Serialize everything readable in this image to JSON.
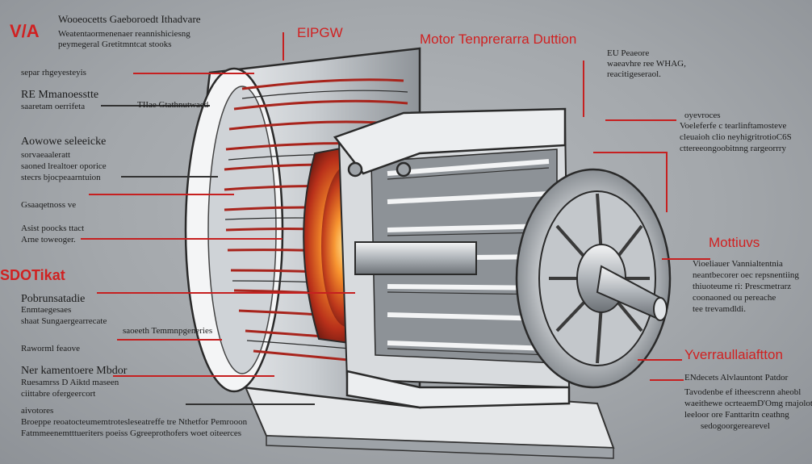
{
  "labels": {
    "corner_mark": "V/A",
    "top_left_title": "Wooeocetts Gaeboroedt Ithadvare",
    "top_left_line1": "Weatentaormenenaer reannishiciesng",
    "top_left_line2": "peymegeral Gretitmntcat stooks",
    "left_a": "separ rhgeyesteyis",
    "left_b_title": "RE Mmanoesstte",
    "left_b_sub": "saaretam oerrifeta",
    "left_c_title": "Aowowe seleeicke",
    "left_c_line1": "sorvaeaaleratt",
    "left_c_line2": "saoned lrealtoer oporice",
    "left_c_line3": "stecrs bjocpeaarntuion",
    "left_d": "Gsaaqetnoss ve",
    "left_e1": "Asist poocks ttact",
    "left_e2": "Arne toweoger.",
    "left_f_title": "SDOTikat",
    "left_g_title": "Pobrunsatadie",
    "left_g_line1": "Enmtaegesaes",
    "left_g_line2": "shaat Sungaergearrecate",
    "left_h": "Raworml feaove",
    "left_i_title": "Ner kamentoere Mbdor",
    "left_i_line1": "Ruesamrss D Aiktd maseen",
    "left_i_line2": "ciittabre ofergeercort",
    "bottom_1": "aivotores",
    "bottom_2": "Broeppe reoatocteumemtrotesleseatreffe tre Nthetfor Pemrooon",
    "bottom_3": "Fatmmeenemtttueriters poeiss Ggreeprothofers woet oiteerces",
    "center_tag1": "TIIae Gtathnutwaed",
    "center_tag2": "saoeeth Temmnpgeneries",
    "top_red": "EIPGW",
    "main_title": "Motor Tenprerarra Duttion",
    "right_a_title": "EU Peaeore",
    "right_a_line1": "waeavhre ree WHAG,",
    "right_a_line2": "reacitigeseraol.",
    "right_b_head": "oyevroces",
    "right_b_line1": "Voeleferfe c tearlinftamosteve",
    "right_b_line2": "cleuaioh clio neyhigritrotioC6S",
    "right_b_line3": "cttereeongoobitnng rargeorrry",
    "right_c_title": "Mottiuvs",
    "right_c_line1": "Vioeliauer Vannialtentnia",
    "right_c_line2": "neantbecorer oec repsnentiing",
    "right_c_line3": "thiuoteume ri: Prescmetrarz",
    "right_c_line4": "coonaoned ou pereache",
    "right_c_line5": "tee trevamdldi.",
    "right_d_title": "Yverraullaiaftton",
    "right_e_title": "ENdecets Alvlauntont Patdor",
    "right_e_line1": "Tavodenbe ef itheescrenn aheobl",
    "right_e_line2": "waeithewe ocrteaemD'Omg rnajolot",
    "right_e_line3": "leeloor ore Fanttaritn ceathng",
    "right_e_line4": "sedogoorgerearevel"
  }
}
